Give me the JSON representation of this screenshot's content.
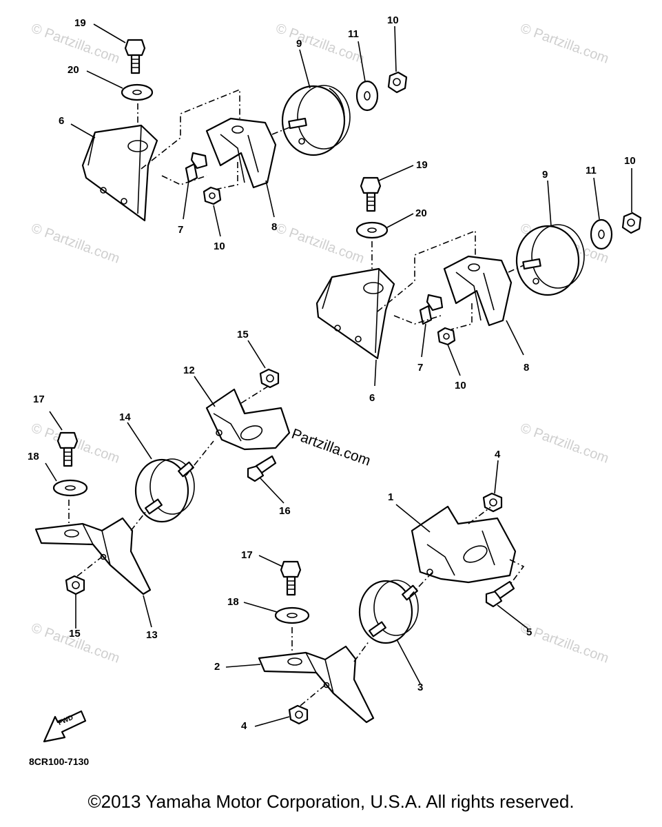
{
  "watermark": "© Partzilla.com",
  "watermark_main": "Partzilla.com",
  "callouts": {
    "c1": "1",
    "c2": "2",
    "c3": "3",
    "c4a": "4",
    "c4b": "4",
    "c5": "5",
    "c6a": "6",
    "c6b": "6",
    "c7a": "7",
    "c7b": "7",
    "c8a": "8",
    "c8b": "8",
    "c9a": "9",
    "c9b": "9",
    "c10a": "10",
    "c10b": "10",
    "c10c": "10",
    "c10d": "10",
    "c11a": "11",
    "c11b": "11",
    "c12": "12",
    "c13": "13",
    "c14": "14",
    "c15a": "15",
    "c15b": "15",
    "c16": "16",
    "c17a": "17",
    "c17b": "17",
    "c18a": "18",
    "c18b": "18",
    "c19a": "19",
    "c19b": "19",
    "c20a": "20",
    "c20b": "20"
  },
  "fwd_label": "FWD",
  "diagram_code": "8CR100-7130",
  "copyright": "©2013  Yamaha Motor Corporation, U.S.A. All rights reserved."
}
